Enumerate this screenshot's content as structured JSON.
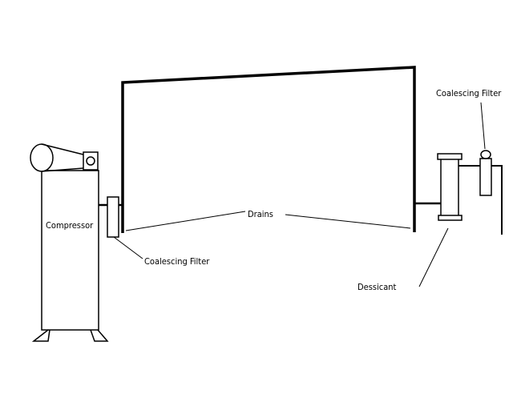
{
  "labels": {
    "compressor": "Compressor",
    "coalescing_filter_left": "Coalescing Filter",
    "drains": "Drains",
    "dessicant": "Dessicant",
    "coalescing_filter_right": "Coalescing Filter"
  }
}
